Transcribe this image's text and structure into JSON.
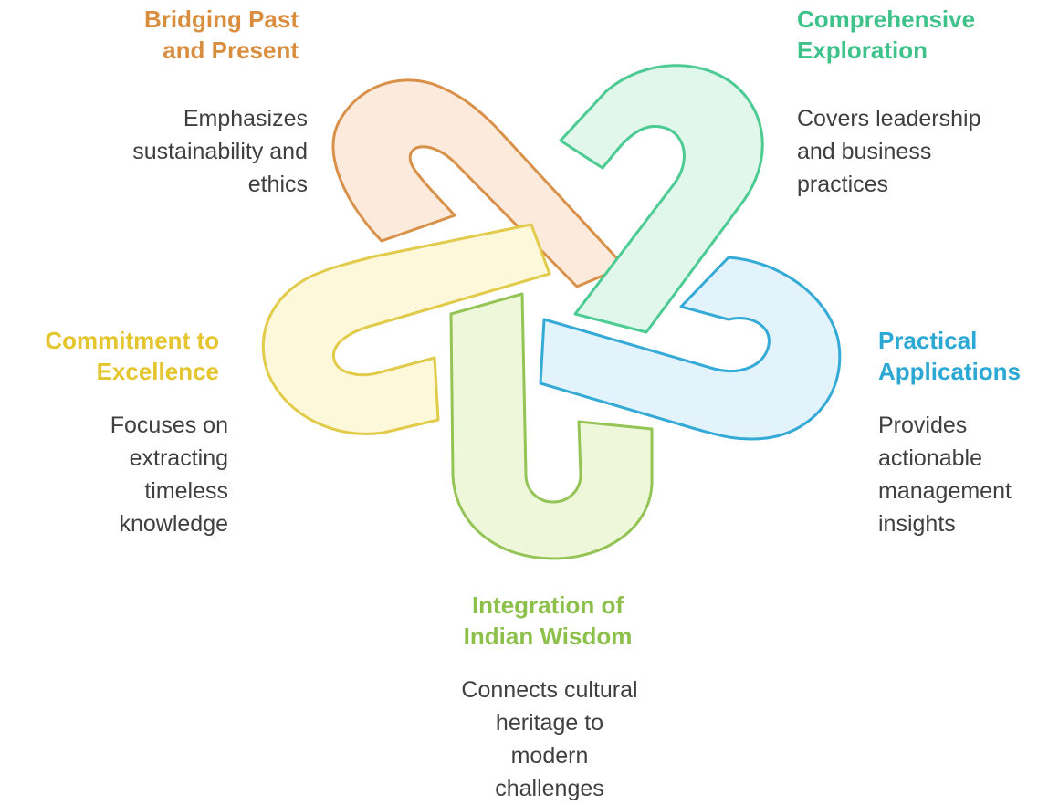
{
  "items": {
    "past_present": {
      "title_lines": [
        "Bridging Past",
        "and Present"
      ],
      "desc_lines": [
        "Emphasizes",
        "sustainability and",
        "ethics"
      ],
      "color": "#D98E3F",
      "fill": "#FCEBDD",
      "stroke": "#D9914A"
    },
    "exploration": {
      "title_lines": [
        "Comprehensive",
        "Exploration"
      ],
      "desc_lines": [
        "Covers leadership",
        "and business",
        "practices"
      ],
      "color": "#3EC28A",
      "fill": "#E1F7EC",
      "stroke": "#4CCB92"
    },
    "practical": {
      "title_lines": [
        "Practical",
        "Applications"
      ],
      "desc_lines": [
        "Provides",
        "actionable",
        "management",
        "insights"
      ],
      "color": "#2BA8D3",
      "fill": "#E2F3FB",
      "stroke": "#36AAD6"
    },
    "wisdom": {
      "title_lines": [
        "Integration of",
        "Indian Wisdom"
      ],
      "desc_lines": [
        "Connects cultural",
        "heritage to",
        "modern",
        "challenges"
      ],
      "color": "#8CC04A",
      "fill": "#EFF7DA",
      "stroke": "#94C456"
    },
    "excellence": {
      "title_lines": [
        "Commitment to",
        "Excellence"
      ],
      "desc_lines": [
        "Focuses on",
        "extracting",
        "timeless",
        "knowledge"
      ],
      "color": "#E4C52E",
      "fill": "#FDF8DA",
      "stroke": "#E2CB4A"
    }
  }
}
